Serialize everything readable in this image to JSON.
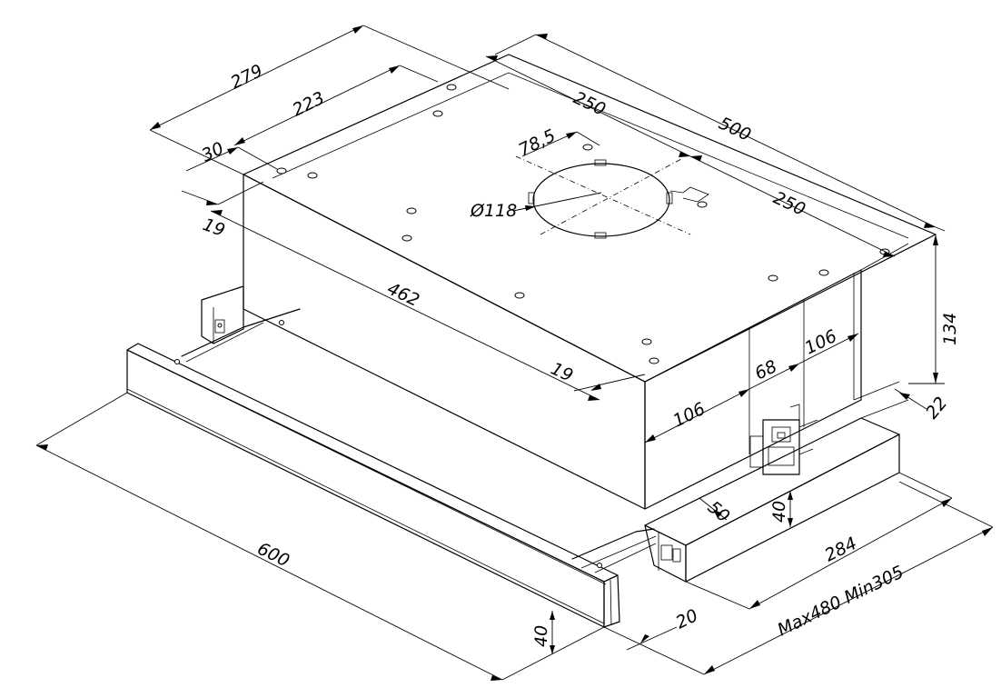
{
  "dimensions": {
    "d279": "279",
    "d223": "223",
    "d250_top": "250",
    "d500": "500",
    "d78_5": "78,5",
    "d250_right": "250",
    "d30": "30",
    "d19_left": "19",
    "d118": "Ø118",
    "d462": "462",
    "d19_mid": "19",
    "d106_left": "106",
    "d68": "68",
    "d106_right": "106",
    "d134": "134",
    "d22": "22",
    "d50": "50",
    "d40_right": "40",
    "d284": "284",
    "d600": "600",
    "d40_front": "40",
    "d20": "20",
    "d_maxmin": "Max480  Min305"
  }
}
